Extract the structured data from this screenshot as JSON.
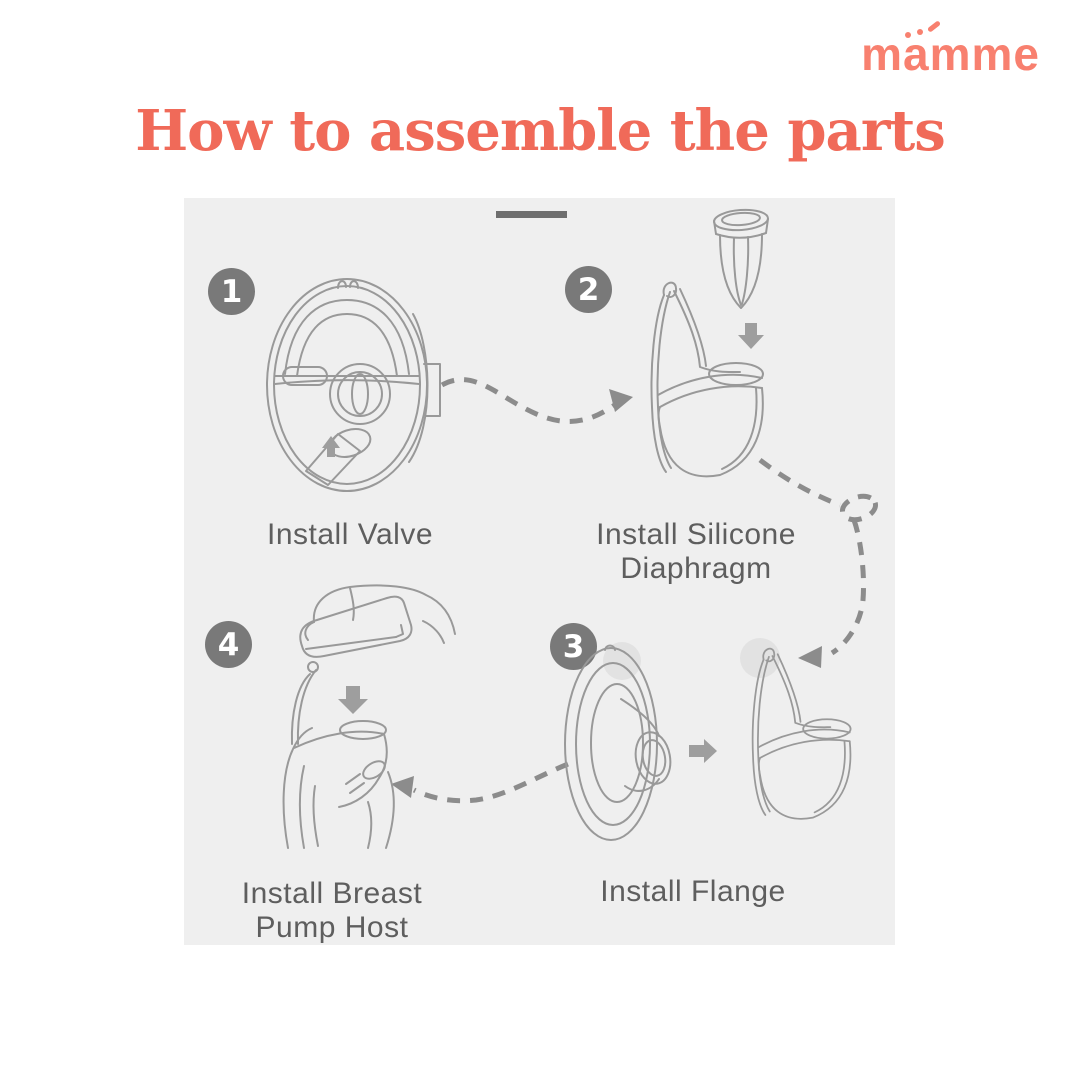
{
  "logo": {
    "text": "mamme"
  },
  "title": {
    "text": "How to assemble the parts"
  },
  "steps": [
    {
      "number": "1",
      "caption_line1": "Install Valve",
      "caption_line2": ""
    },
    {
      "number": "2",
      "caption_line1": "Install Silicone",
      "caption_line2": "Diaphragm"
    },
    {
      "number": "3",
      "caption_line1": "Install Flange",
      "caption_line2": ""
    },
    {
      "number": "4",
      "caption_line1": "Install Breast",
      "caption_line2": "Pump Host"
    }
  ],
  "colors": {
    "brand-coral": "#f8806f",
    "title-coral": "#f06a59",
    "panel-bg": "#efefef",
    "badge-gray": "#797979",
    "caption-gray": "#5e5e5e",
    "line-art": "#999999",
    "connector-gray": "#8c8c8c",
    "block-arrow-gray": "#9e9e9e",
    "highlight-gray": "#e2e2e2",
    "top-dash-gray": "#6e6e6e"
  }
}
